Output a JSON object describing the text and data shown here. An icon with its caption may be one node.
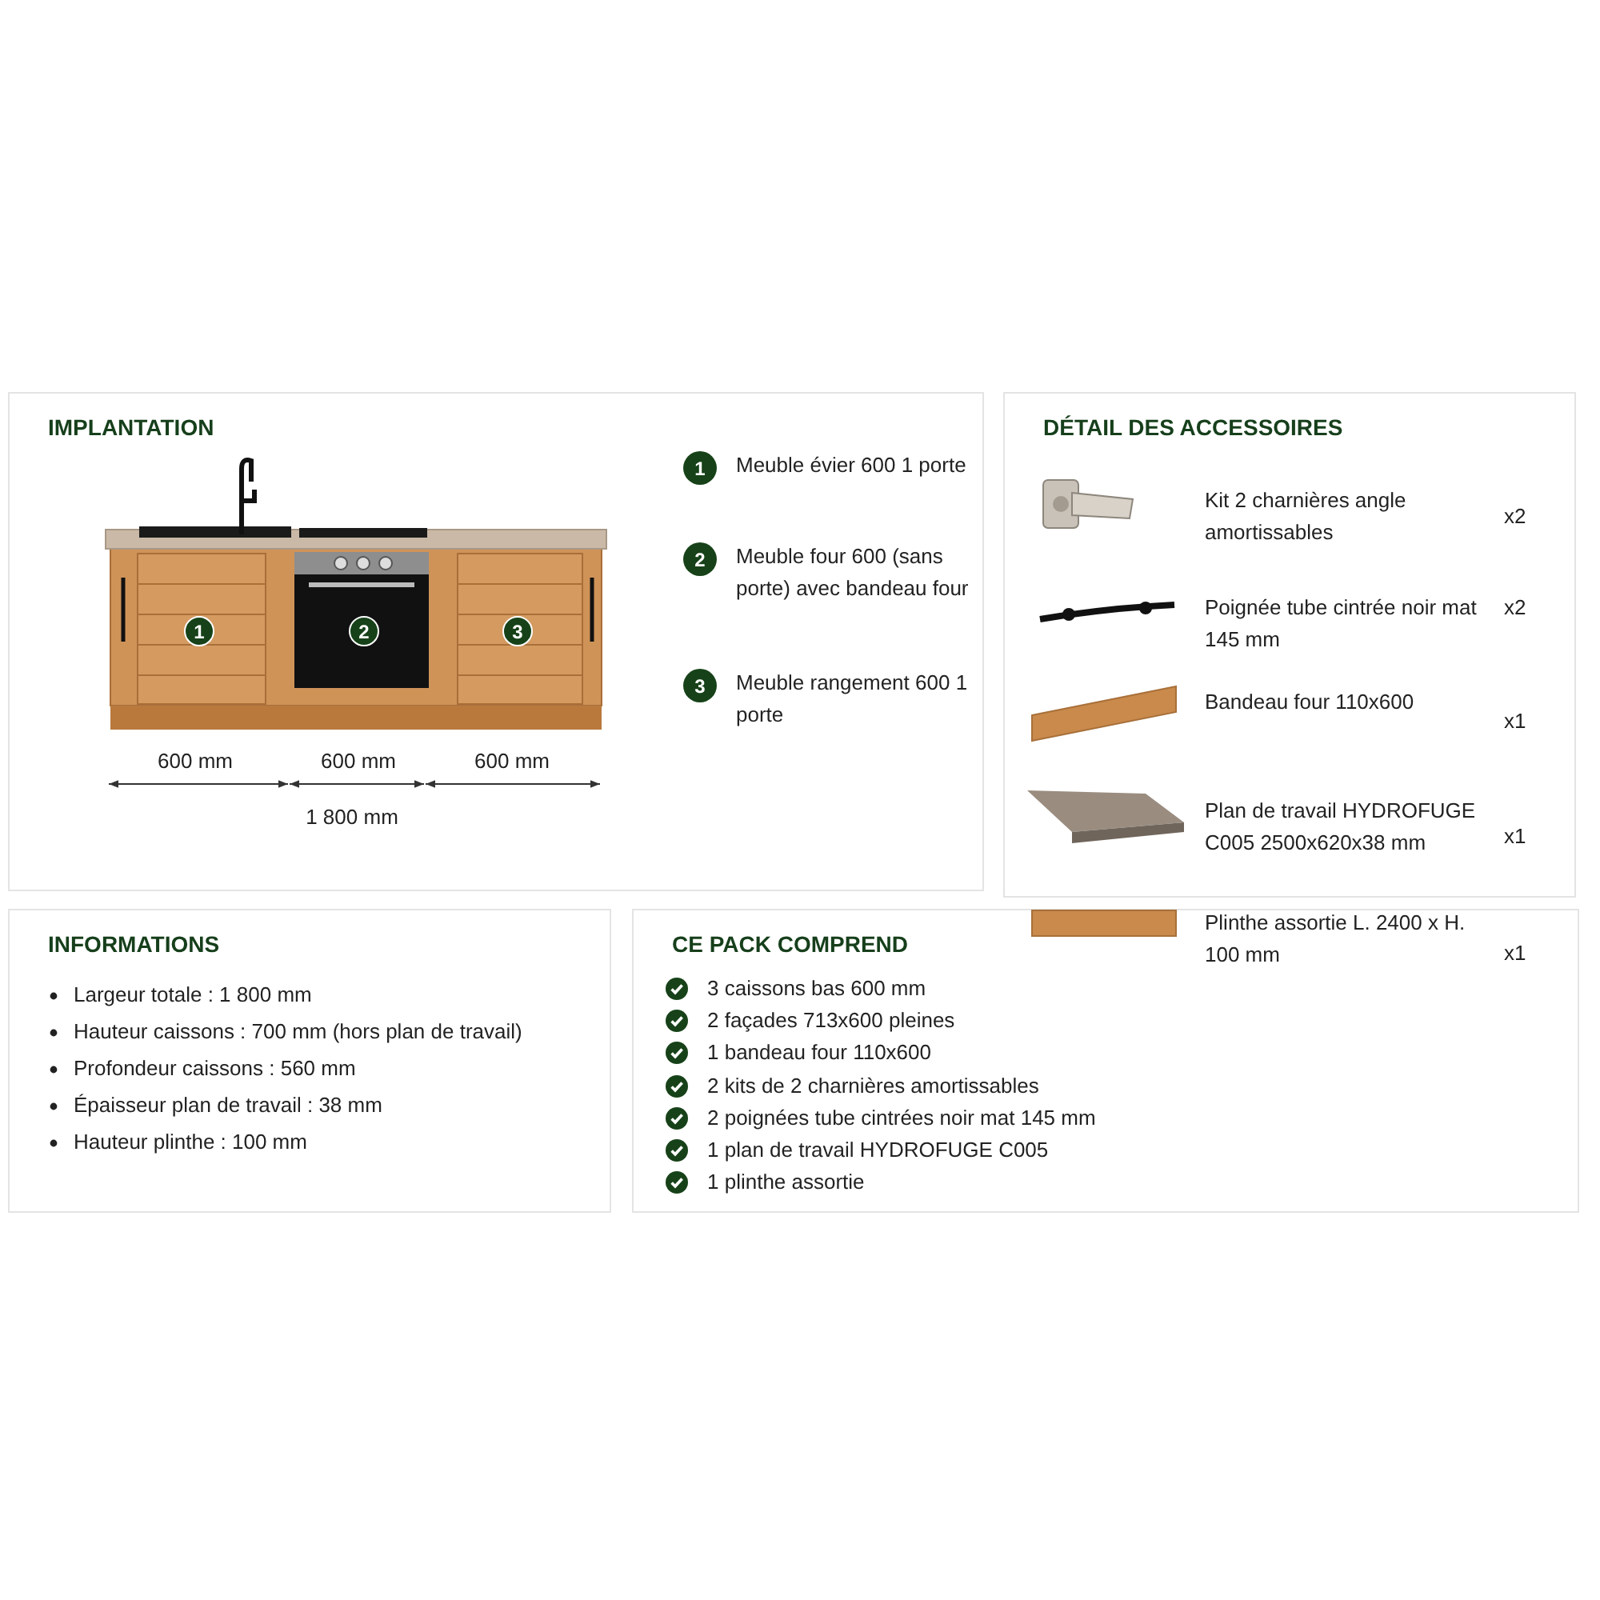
{
  "diagram": {
    "nodes": [
      {
        "text": [
          "IMPLANTATION"
        ]
      },
      {
        "text": [
          "1"
        ],
        "in": 0
      },
      {
        "text": [
          "2"
        ],
        "in": 0
      },
      {
        "text": [
          "3"
        ],
        "in": 0
      },
      {
        "text": [
          "1"
        ],
        "in": 0,
        "beside": [
          "Meuble évier 600 1 porte"
        ]
      },
      {
        "text": [
          "2"
        ],
        "in": 0,
        "beside": [
          "Meuble four 600 (sans porte) avec bandeau four"
        ]
      },
      {
        "text": [
          "3"
        ],
        "in": 0,
        "beside": [
          "Meuble rangement 600 1 porte"
        ]
      },
      {
        "text": [
          "DÉTAIL DES ACCESSOIRES"
        ]
      },
      {
        "text": [
          "INFORMATIONS"
        ]
      },
      {
        "text": [
          "CE PACK COMPREND"
        ]
      }
    ],
    "edges": [],
    "labels": [
      "600 mm",
      "600 mm",
      "600 mm",
      "1 800 mm",
      "Kit 2 charnières angle amortissables",
      "x2",
      "Poignée tube cintrée noir mat 145 mm",
      "x2",
      "Bandeau four 110x600",
      "x1",
      "Plan de travail HYDROFUGE C005 2500x620x38 mm",
      "x1",
      "Plinthe assortie L. 2400 x H. 100 mm",
      "x1",
      "Largeur totale : 1 800 mm",
      "Hauteur caissons : 700 mm (hors plan de travail)",
      "Profondeur caissons : 560 mm",
      "Épaisseur plan de travail : 38 mm",
      "Hauteur plinthe : 100 mm",
      "3 caissons bas 600 mm",
      "2 façades 713x600 pleines",
      "1 bandeau four 110x600",
      "2 kits de 2 charnières amortissables",
      "2 poignées tube cintrées noir mat 145 mm",
      "1 plan de travail HYDROFUGE C005",
      "1 plinthe assortie"
    ]
  }
}
